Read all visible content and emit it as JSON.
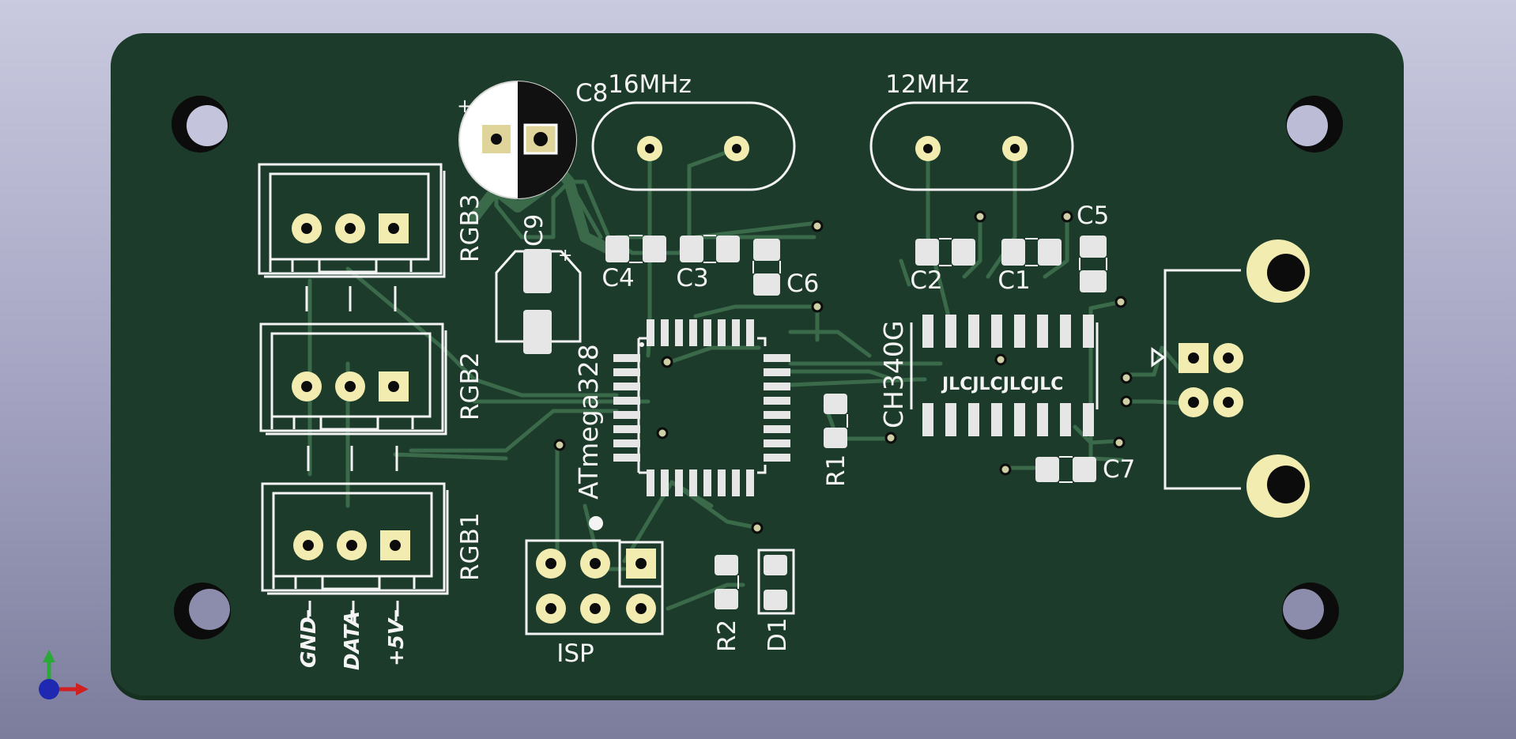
{
  "colors": {
    "board": "#1c3b2b",
    "board_edge": "#16301f",
    "silk": "#f4f4f4",
    "pad": "#f2ecb0",
    "copper_pad": "#dfd59b",
    "smd": "#e6e6e6",
    "track": "#3a6a49",
    "hole": "#0c0c0c",
    "background_top": "#c9c9df",
    "background_bottom": "#7c7c9c"
  },
  "labels": {
    "crystal_16": "16MHz",
    "crystal_12": "12MHz",
    "c8": "C8",
    "c9": "C9",
    "c4": "C4",
    "c3": "C3",
    "c6": "C6",
    "c2": "C2",
    "c1": "C1",
    "c5": "C5",
    "c7": "C7",
    "rgb1": "RGB1",
    "rgb2": "RGB2",
    "rgb3": "RGB3",
    "mcu": "ATmega328",
    "usb_chip": "CH340G",
    "jlc": "JLCJLCJLCJLC",
    "r1": "R1",
    "r2": "R2",
    "d1": "D1",
    "isp": "ISP",
    "gnd": "GND",
    "data": "DATA",
    "v5": "+5V",
    "plus": "+"
  }
}
